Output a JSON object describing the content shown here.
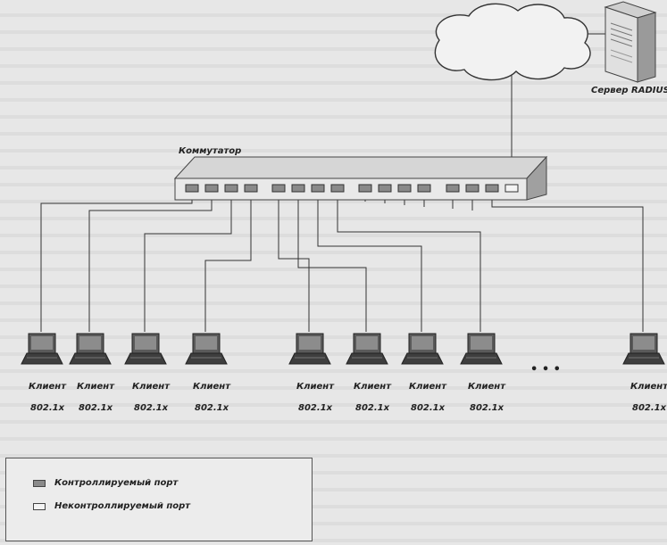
{
  "switch": {
    "label": "Коммутатор",
    "controlled_groups": [
      4,
      4,
      4,
      3
    ],
    "uncontrolled_ports": 1
  },
  "server": {
    "label": "Сервер RADIUS"
  },
  "clients": [
    {
      "name": "Клиент",
      "proto": "802.1x"
    },
    {
      "name": "Клиент",
      "proto": "802.1x"
    },
    {
      "name": "Клиент",
      "proto": "802.1x"
    },
    {
      "name": "Клиент",
      "proto": "802.1x"
    },
    {
      "name": "Клиент",
      "proto": "802.1x"
    },
    {
      "name": "Клиент",
      "proto": "802.1x"
    },
    {
      "name": "Клиент",
      "proto": "802.1x"
    },
    {
      "name": "Клиент",
      "proto": "802.1x"
    },
    {
      "name": "Клиент",
      "proto": "802.1x"
    }
  ],
  "ellipsis": "• • •",
  "legend": {
    "controlled": "Контроллируемый порт",
    "uncontrolled": "Неконтроллируемый порт"
  },
  "colors": {
    "controlled": "#8a8a8a",
    "uncontrolled": "#f4f4f4",
    "line": "#333333"
  }
}
